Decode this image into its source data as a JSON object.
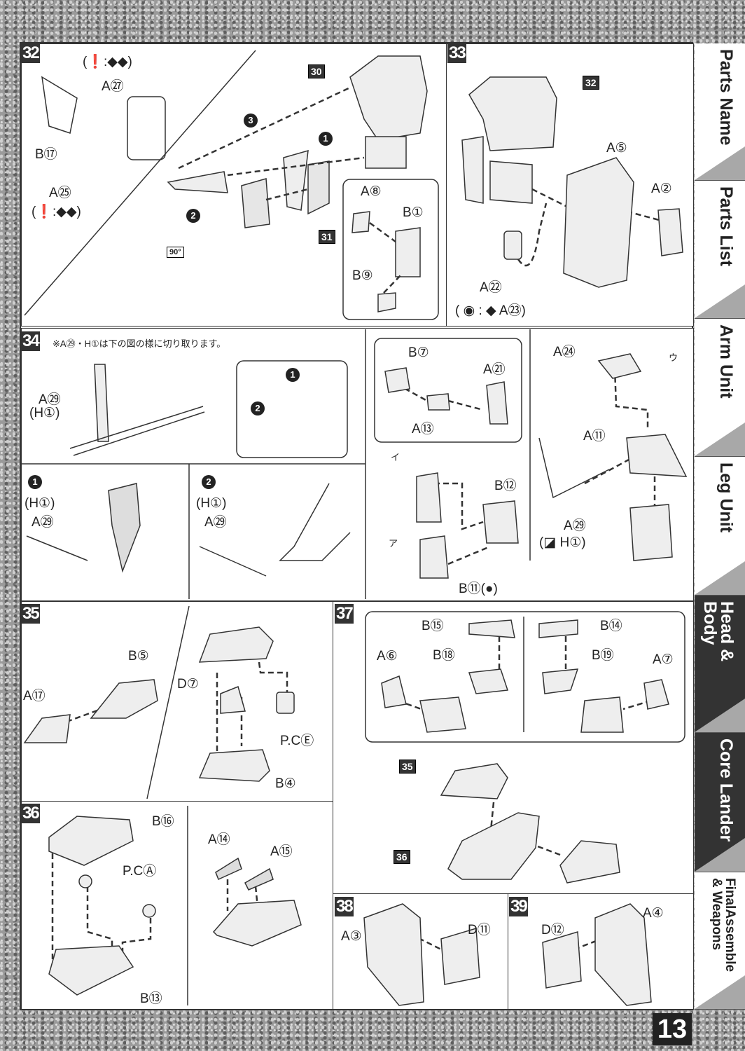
{
  "steps": {
    "s32": "32",
    "s33": "33",
    "s34": "34",
    "s35": "35",
    "s36": "36",
    "s37": "37",
    "s38": "38",
    "s39": "39"
  },
  "step32": {
    "color_a": "(❗:◆◆)",
    "a27": "A㉗",
    "b17": "B⑰",
    "a25": "A㉕",
    "color_b": "(❗:◆◆)",
    "ref30": "30",
    "n3": "3",
    "n1": "1",
    "n2": "2",
    "rotate": "90°",
    "ref31": "31",
    "a8": "A⑧",
    "b1": "B①",
    "b9": "B⑨"
  },
  "step33": {
    "ref32": "32",
    "a5": "A⑤",
    "a2": "A②",
    "a22": "A㉒",
    "color": "( ◉ : ◆ A㉓)"
  },
  "step34": {
    "note": "※A㉙・H①は下の図の様に切り取ります。",
    "a29": "A㉙",
    "h1": "(H①)",
    "n1": "1",
    "n2": "2",
    "sub1_num": "1",
    "sub1_h1": "(H①)",
    "sub1_a29": "A㉙",
    "sub2_num": "2",
    "sub2_h1": "(H①)",
    "sub2_a29": "A㉙",
    "b7": "B⑦",
    "a21": "A㉑",
    "a13": "A⑬",
    "i": "イ",
    "a": "ア",
    "b12": "B⑫",
    "b11": "B⑪(●)",
    "a24": "A㉔",
    "u": "ウ",
    "a11": "A⑪",
    "a29b": "A㉙",
    "h1b": "(◪ H①)"
  },
  "step35": {
    "b5": "B⑤",
    "a17": "A⑰",
    "d7": "D⑦",
    "pce": "P.CⒺ",
    "b4": "B④"
  },
  "step36": {
    "b16": "B⑯",
    "pca": "P.CⒶ",
    "b13": "B⑬",
    "a14": "A⑭",
    "a15": "A⑮"
  },
  "step37": {
    "b15": "B⑮",
    "b14": "B⑭",
    "b18": "B⑱",
    "b19": "B⑲",
    "a6": "A⑥",
    "a7": "A⑦",
    "ref35": "35",
    "ref36": "36"
  },
  "step38": {
    "a3": "A③",
    "d11": "D⑪"
  },
  "step39": {
    "d12": "D⑫",
    "a4": "A④"
  },
  "sidebar": {
    "tabs": [
      "Parts Name",
      "Parts List",
      "Arm Unit",
      "Leg Unit",
      "Head & Body",
      "Core Lander",
      "FinalAssemble & Weapons"
    ]
  },
  "page_number": "13"
}
